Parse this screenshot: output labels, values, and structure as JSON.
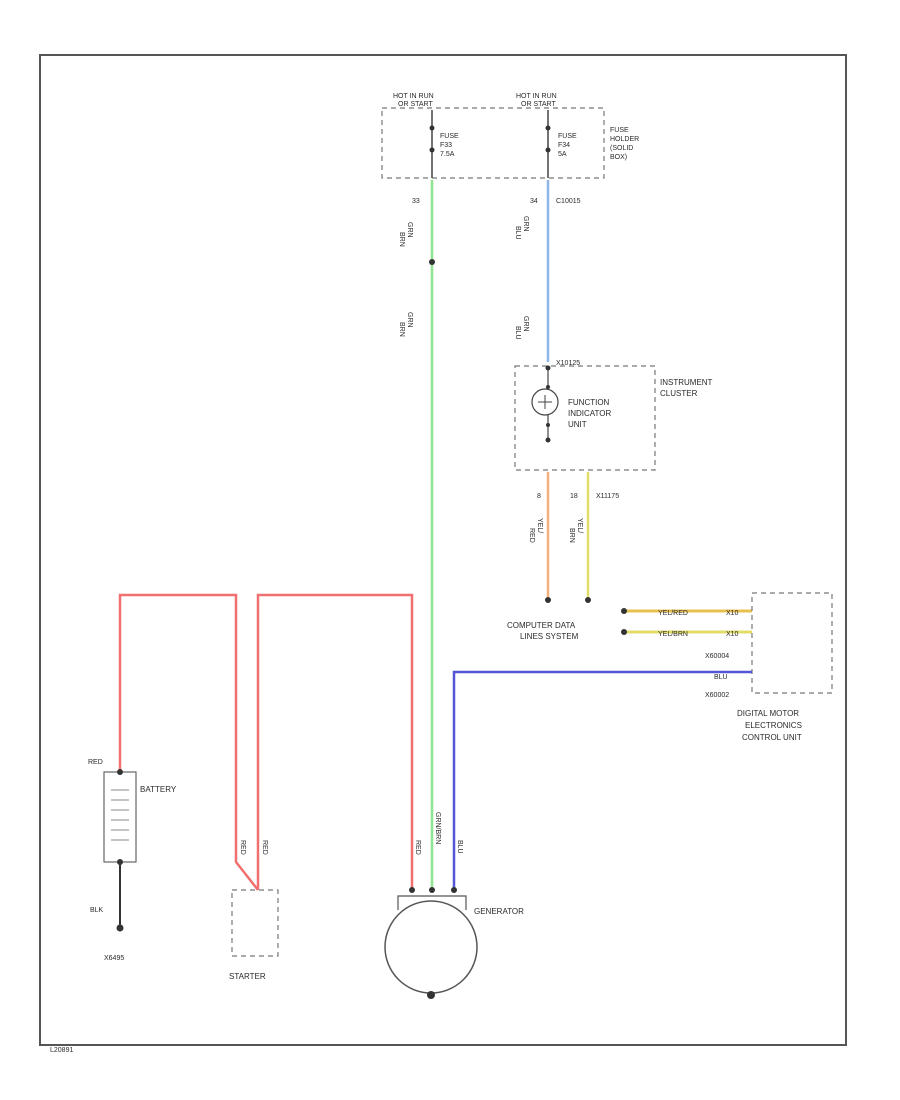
{
  "diagram": {
    "fuse_left": {
      "header_line1": "HOT IN RUN",
      "header_line2": "OR START",
      "line1": "FUSE",
      "line2": "F33",
      "line3": "7.5A",
      "pin": "33",
      "wire_color_1": "GRN",
      "wire_color_2": "BRN",
      "wire_color_3": "GRN",
      "wire_color_4": "BRN"
    },
    "fuse_right": {
      "header_line1": "HOT IN RUN",
      "header_line2": "OR START",
      "line1": "FUSE",
      "line2": "F34",
      "line3": "5A",
      "pin": "34",
      "connector": "C10015",
      "wire_color_1": "GRN",
      "wire_color_2": "BLU",
      "wire_color_3": "GRN",
      "wire_color_4": "BLU"
    },
    "fuse_holder": {
      "line1": "FUSE",
      "line2": "HOLDER",
      "line3": "(SOLID",
      "line4": "BOX)"
    },
    "instrument_cluster": {
      "connector": "X10125",
      "label_line1": "INSTRUMENT",
      "label_line2": "CLUSTER",
      "function_line1": "FUNCTION",
      "function_line2": "INDICATOR",
      "function_line3": "UNIT",
      "pin_a": "8",
      "pin_b": "18",
      "connector_b": "X11175",
      "wire_a_1": "YEL/",
      "wire_a_2": "RED",
      "wire_b_1": "YEL/",
      "wire_b_2": "BRN"
    },
    "data_lines": {
      "label_line1": "COMPUTER DATA",
      "label_line2": "LINES SYSTEM",
      "wire_1": "YEL/RED",
      "wire_2": "YEL/BRN",
      "tag_1": "X10",
      "tag_2": "X10"
    },
    "dme": {
      "connector_top": "X60004",
      "connector_bottom": "X60002",
      "wire": "BLU",
      "label_line1": "DIGITAL MOTOR",
      "label_line2": "ELECTRONICS",
      "label_line3": "CONTROL UNIT"
    },
    "battery": {
      "label": "BATTERY",
      "pos_wire": "RED",
      "neg_wire": "BLK",
      "ground": "X6495"
    },
    "starter": {
      "label": "STARTER",
      "wire_1": "RED",
      "wire_2": "RED"
    },
    "generator": {
      "label": "GENERATOR",
      "wire_red": "RED",
      "wire_grn": "GRN/BRN",
      "wire_blu": "BLU"
    },
    "footer_code": "L20891"
  },
  "colors": {
    "red_wire": "#f07070",
    "green_wire": "#8fe58f",
    "light_blue_wire": "#8fb6e8",
    "blue_wire": "#5555d8",
    "orange_wire": "#f4b07a",
    "yellow_wire": "#e2dc68",
    "border": "#555555"
  }
}
